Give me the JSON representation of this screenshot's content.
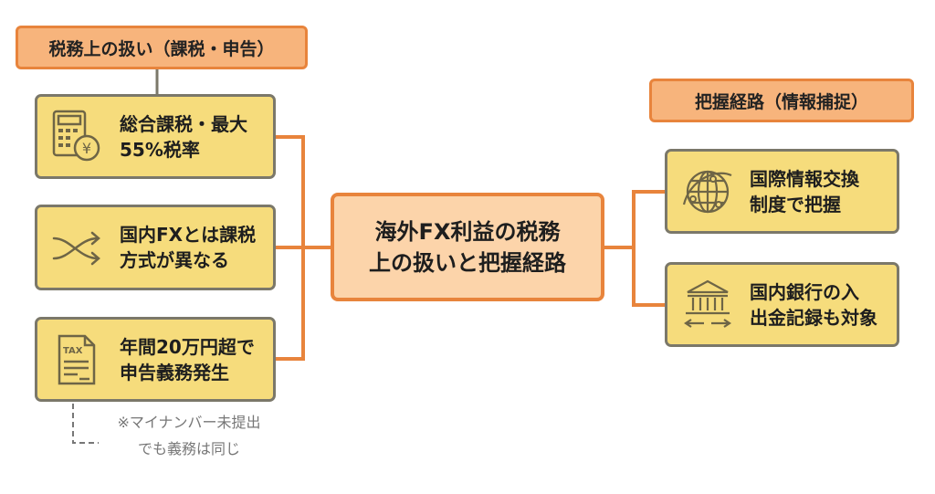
{
  "center": {
    "title": "海外FX利益の税務\n上の扱いと把握経路"
  },
  "left": {
    "header": "税務上の扱い（課税・申告）",
    "items": [
      {
        "icon": "calculator-yen-icon",
        "text": "総合課税・最大\n55%税率"
      },
      {
        "icon": "shuffle-arrows-icon",
        "text": "国内FXとは課税\n方式が異なる"
      },
      {
        "icon": "tax-document-icon",
        "text": "年間20万円超で\n申告義務発生",
        "icon_label": "TAX"
      }
    ],
    "note": "※マイナンバー未提出\nでも義務は同じ"
  },
  "right": {
    "header": "把握経路（情報捕捉）",
    "items": [
      {
        "icon": "globe-network-icon",
        "text": "国際情報交換\n制度で把握"
      },
      {
        "icon": "bank-transfer-icon",
        "text": "国内銀行の入\n出金記録も対象"
      }
    ]
  },
  "colors": {
    "accent": "#e8843c",
    "header_fill": "#f7b47c",
    "card_fill": "#f6dc7c",
    "center_fill": "#fcd4aa",
    "card_border": "#7b786a"
  }
}
